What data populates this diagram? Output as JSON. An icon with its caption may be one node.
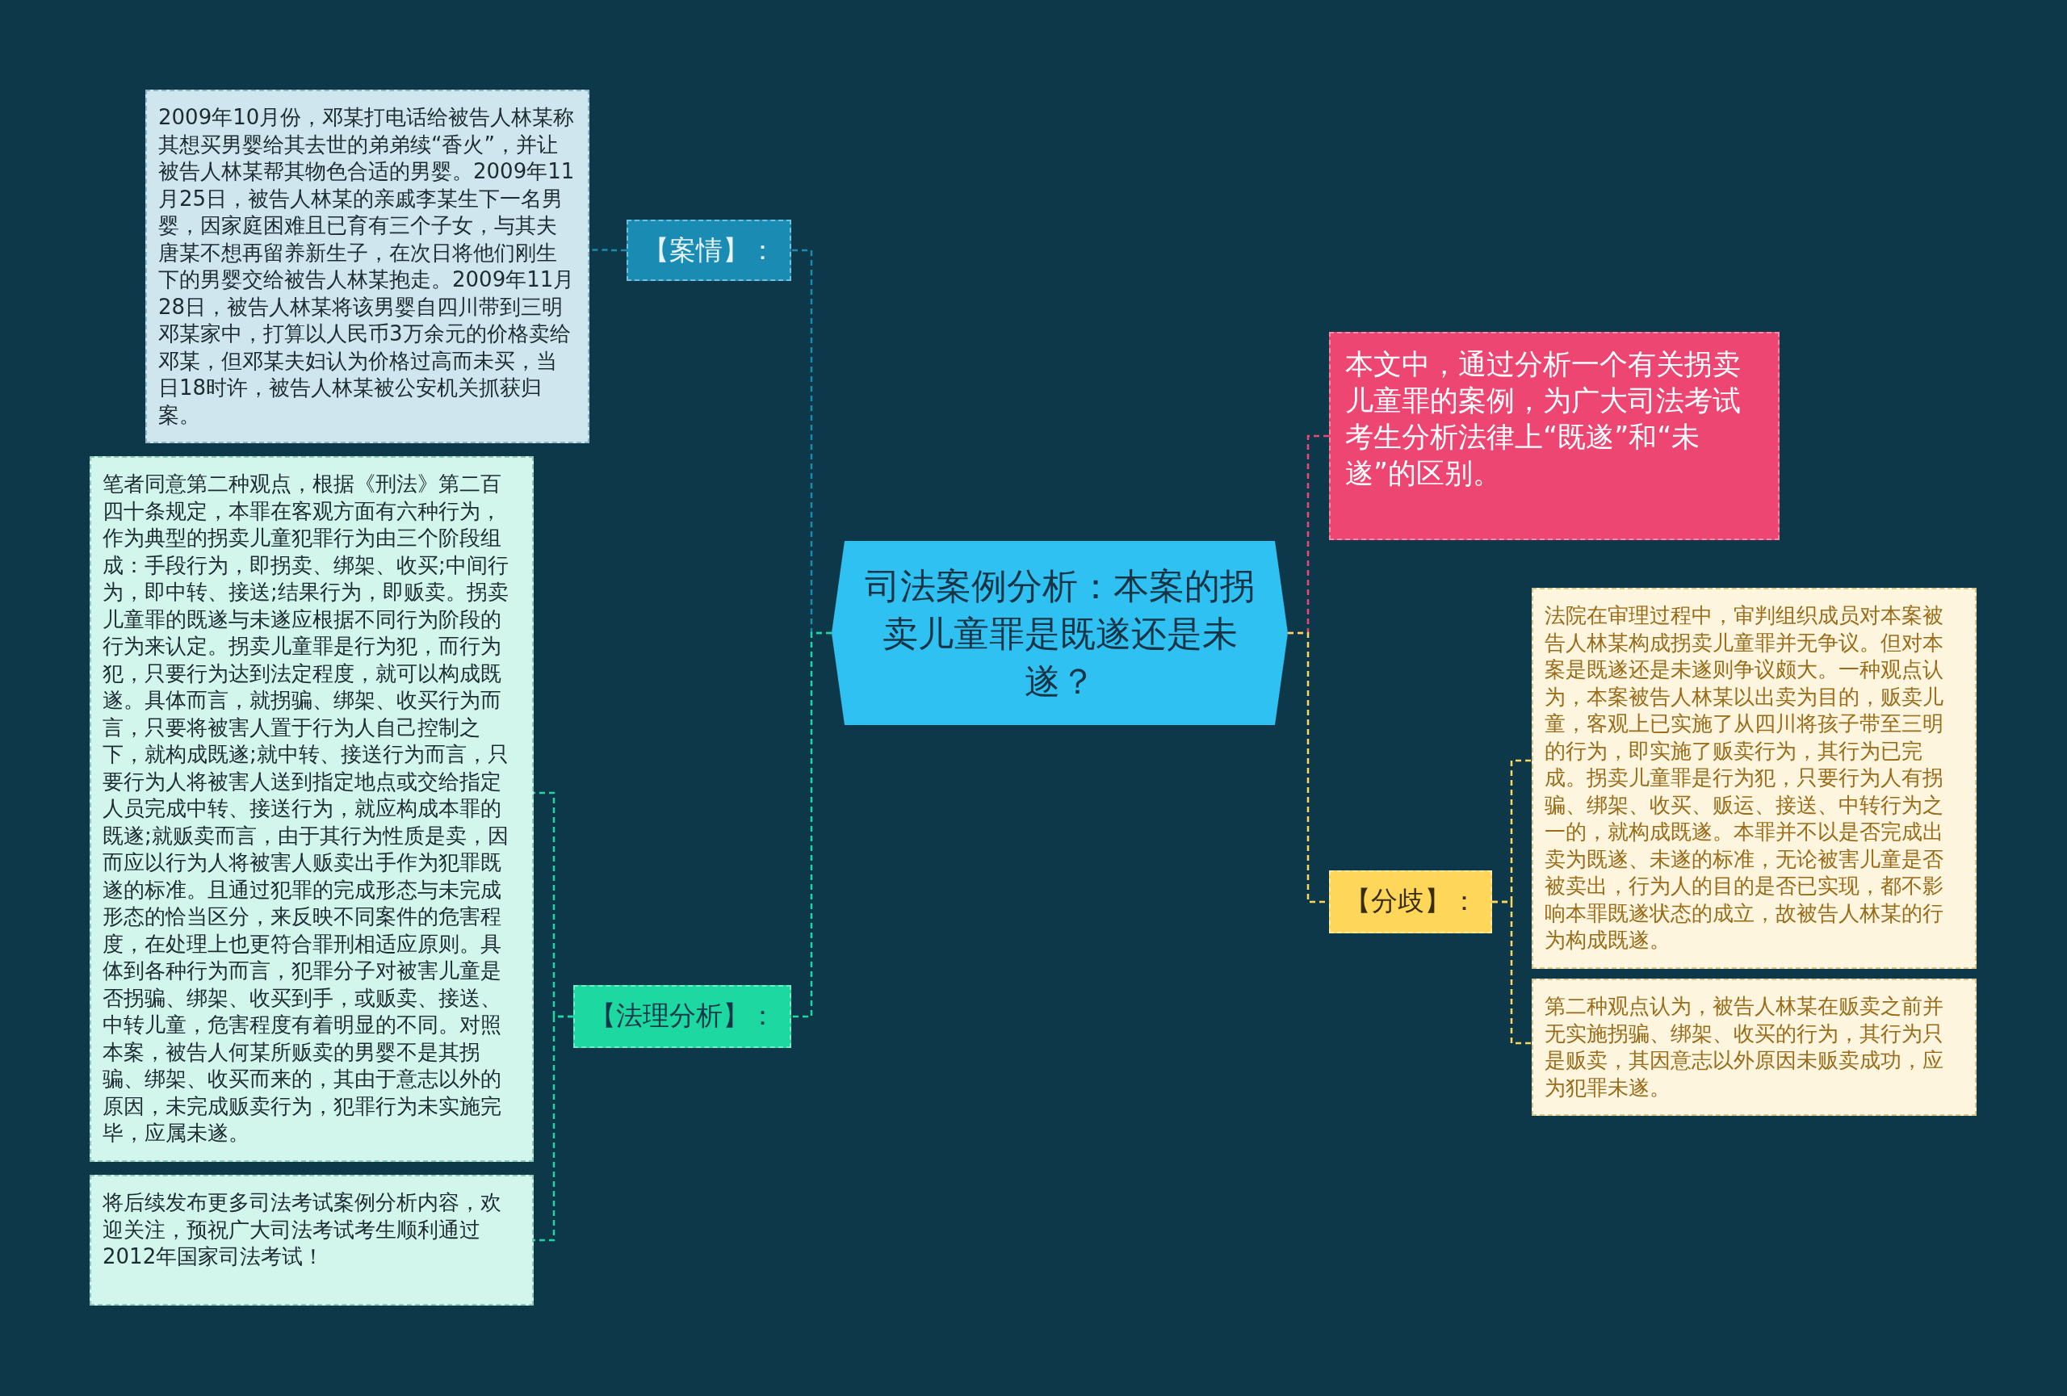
{
  "diagram": {
    "nodes": [
      {
        "text": [
          "司法案例分析：本案的拐卖儿童罪是既遂还是未遂？"
        ]
      },
      {
        "text": [
          "【案情】："
        ]
      },
      {
        "text": [
          "2009年10月份，邓某打电话给被告人林某称其想买男婴给其去世的弟弟续“香火”，并让被告人林某帮其物色合适的男婴。2009年11月25日，被告人林某的亲戚李某生下一名男婴，因家庭困难且已育有三个子女，与其夫唐某不想再留养新生子，在次日将他们刚生下的男婴交给被告人林某抱走。2009年11月28日，被告人林某将该男婴自四川带到三明邓某家中，打算以人民币3万余元的价格卖给邓某，但邓某夫妇认为价格过高而未买，当日18时许，被告人林某被公安机关抓获归案。"
        ]
      },
      {
        "text": [
          "【法理分析】："
        ]
      },
      {
        "text": [
          "笔者同意第二种观点，根据《刑法》第二百四十条规定，本罪在客观方面有六种行为，作为典型的拐卖儿童犯罪行为由三个阶段组成：手段行为，即拐卖、绑架、收买;中间行为，即中转、接送;结果行为，即贩卖。拐卖儿童罪的既遂与未遂应根据不同行为阶段的行为来认定。拐卖儿童罪是行为犯，而行为犯，只要行为达到法定程度，就可以构成既遂。具体而言，就拐骗、绑架、收买行为而言，只要将被害人置于行为人自己控制之下，就构成既遂;就中转、接送行为而言，只要行为人将被害人送到指定地点或交给指定人员完成中转、接送行为，就应构成本罪的既遂;就贩卖而言，由于其行为性质是卖，因而应以行为人将被害人贩卖出手作为犯罪既遂的标准。且通过犯罪的完成形态与未完成形态的恰当区分，来反映不同案件的危害程度，在处理上也更符合罪刑相适应原则。具体到各种行为而言，犯罪分子对被害儿童是否拐骗、绑架、收买到手，或贩卖、接送、中转儿童，危害程度有着明显的不同。对照本案，被告人何某所贩卖的男婴不是其拐骗、绑架、收买而来的，其由于意志以外的原因，未完成贩卖行为，犯罪行为未实施完毕，应属未遂。"
        ]
      },
      {
        "text": [
          "将后续发布更多司法考试案例分析内容，欢迎关注，预祝广大司法考试考生顺利通过2012年国家司法考试！"
        ]
      },
      {
        "text": [
          "本文中，通过分析一个有关拐卖儿童罪的案例，为广大司法考试考生分析法律上“既遂”和“未遂”的区别。"
        ]
      },
      {
        "text": [
          "【分歧】："
        ]
      },
      {
        "text": [
          "法院在审理过程中，审判组织成员对本案被告人林某构成拐卖儿童罪并无争议。但对本案是既遂还是未遂则争议颇大。一种观点认为，本案被告人林某以出卖为目的，贩卖儿童，客观上已实施了从四川将孩子带至三明的行为，即实施了贩卖行为，其行为已完成。拐卖儿童罪是行为犯，只要行为人有拐骗、绑架、收买、贩运、接送、中转行为之一的，就构成既遂。本罪并不以是否完成出卖为既遂、未遂的标准，无论被害儿童是否被卖出，行为人的目的是否已实现，都不影响本罪既遂状态的成立，故被告人林某的行为构成既遂。"
        ]
      },
      {
        "text": [
          "第二种观点认为，被告人林某在贩卖之前并无实施拐骗、绑架、收买的行为，其行为只是贩卖，其因意志以外原因未贩卖成功，应为犯罪未遂。"
        ]
      }
    ],
    "edges": [
      {
        "from": 0,
        "to": 1,
        "arrow": "none",
        "style": "dashed",
        "color": "#1a8cb4"
      },
      {
        "from": 0,
        "to": 3,
        "arrow": "none",
        "style": "dashed",
        "color": "#1ed8a2"
      },
      {
        "from": 0,
        "to": 6,
        "arrow": "none",
        "style": "dashed",
        "color": "#ee4672"
      },
      {
        "from": 0,
        "to": 7,
        "arrow": "none",
        "style": "dashed",
        "color": "#fdd65a"
      },
      {
        "from": 1,
        "to": 2,
        "arrow": "none",
        "style": "dashed",
        "color": "#1a8cb4"
      },
      {
        "from": 3,
        "to": 4,
        "arrow": "none",
        "style": "dashed",
        "color": "#1ed8a2"
      },
      {
        "from": 3,
        "to": 5,
        "arrow": "none",
        "style": "dashed",
        "color": "#1ed8a2"
      },
      {
        "from": 7,
        "to": 8,
        "arrow": "none",
        "style": "dashed",
        "color": "#fdd65a"
      },
      {
        "from": 7,
        "to": 9,
        "arrow": "none",
        "style": "dashed",
        "color": "#fdd65a"
      }
    ]
  }
}
